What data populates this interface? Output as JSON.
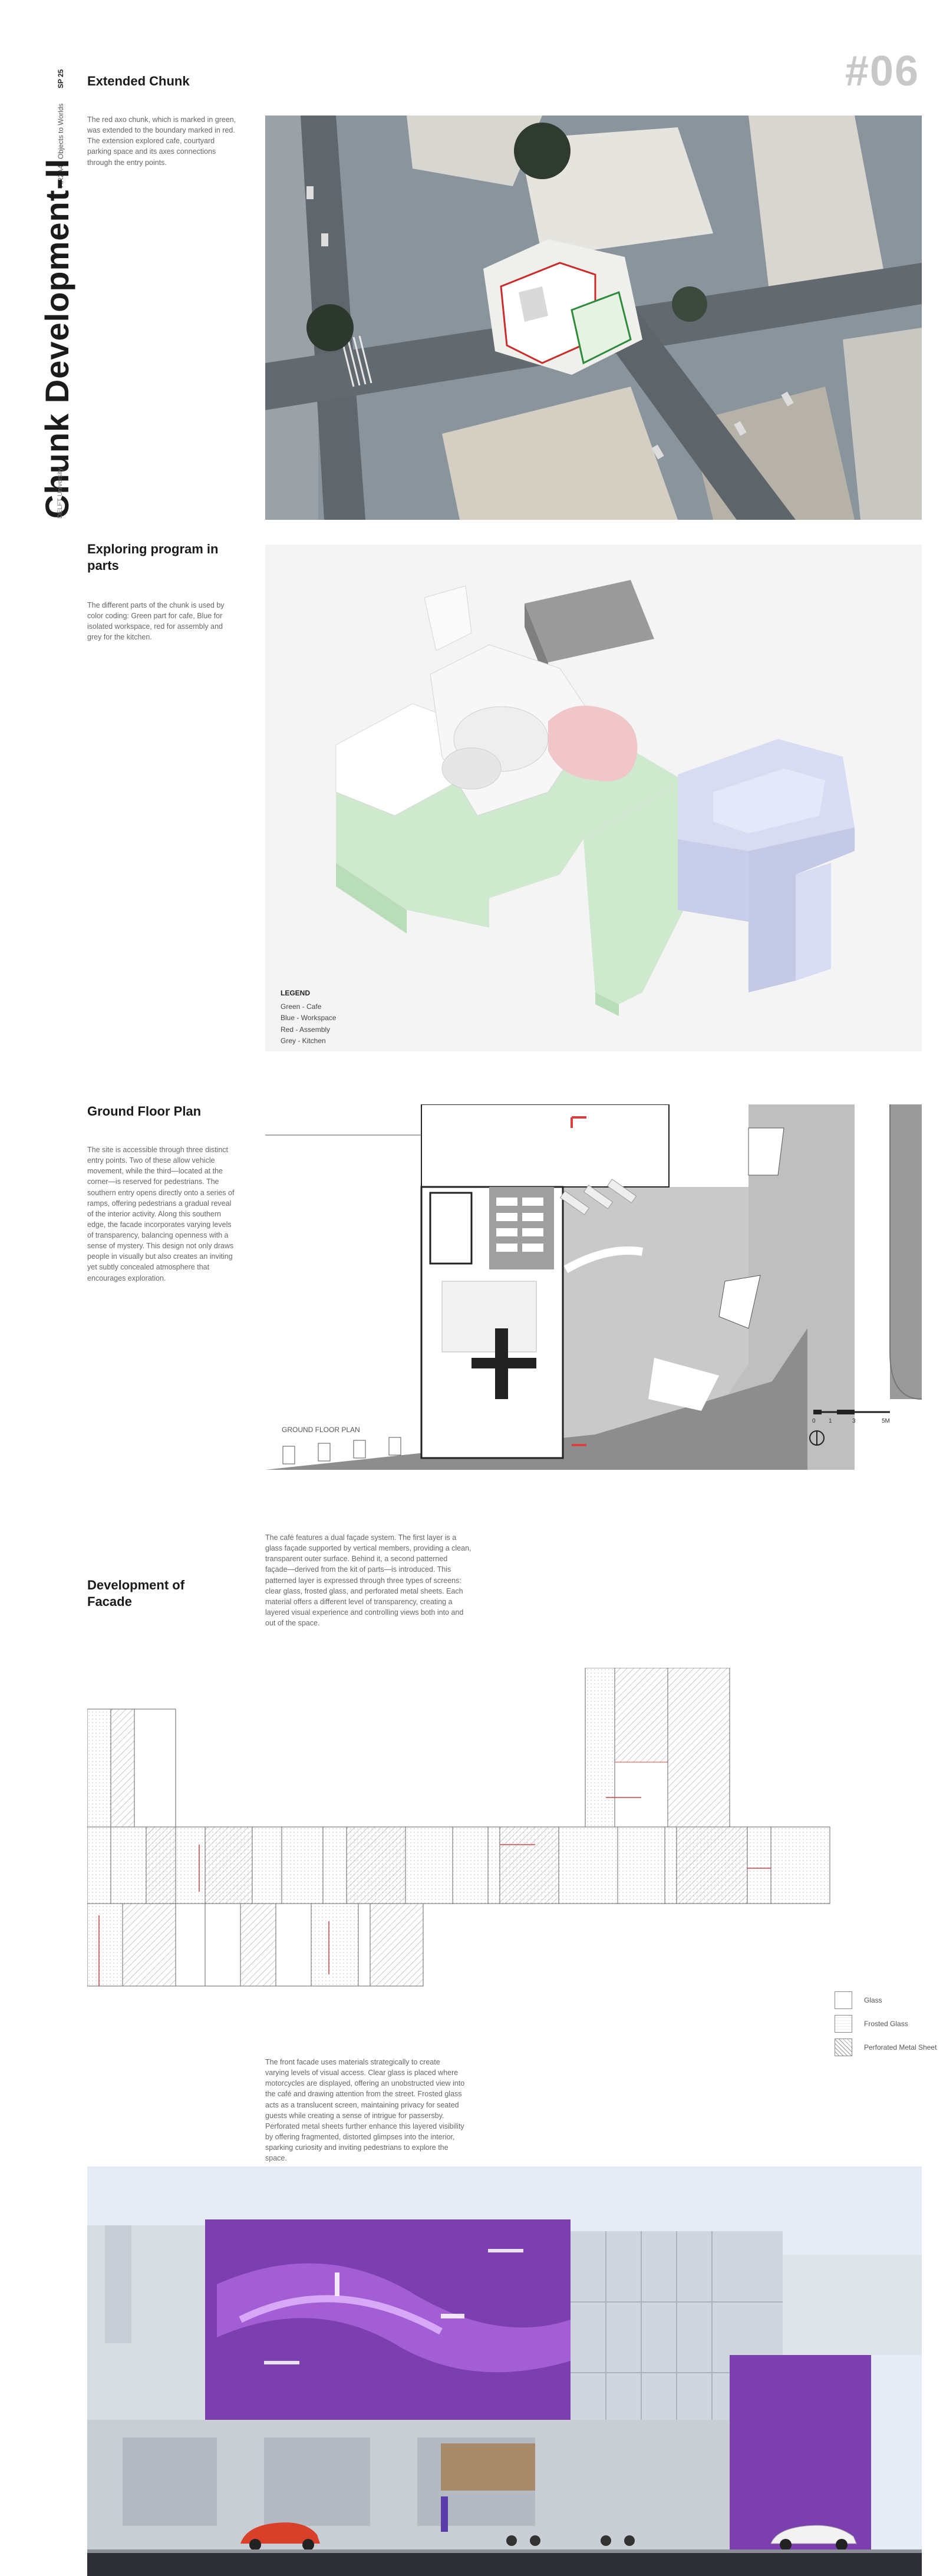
{
  "header": {
    "course": "AR2A47 Objects to Worlds",
    "code": "SP 25",
    "title": "Chunk Development-II",
    "university": "DELFT University",
    "page_number": "#06"
  },
  "sections": {
    "extended": {
      "heading": "Extended Chunk",
      "text": "The red axo chunk, which is marked in green, was extended to the boundary marked in red. The extension explored cafe, courtyard parking space and its axes connections through the entry points."
    },
    "program": {
      "heading": "Exploring program in parts",
      "text": "The different parts of the chunk is used by color coding: Green part for cafe, Blue for isolated workspace, red for assembly and grey for the kitchen.",
      "legend_title": "LEGEND",
      "legend_items": [
        "Green - Cafe",
        "Blue - Workspace",
        "Red - Assembly",
        "Grey - Kitchen"
      ]
    },
    "ground": {
      "heading": "Ground Floor Plan",
      "text": "The site is accessible through three distinct entry points. Two of these allow vehicle movement, while the third—located at the corner—is reserved for pedestrians. The southern entry opens directly onto a series of ramps, offering pedestrians a gradual reveal of the interior activity. Along this southern edge, the facade incorporates varying levels of transparency, balancing openness with a sense of mystery. This design not only draws people in visually but also creates an inviting yet subtly concealed atmosphere that encourages exploration.",
      "plan_label": "GROUND FLOOR PLAN",
      "scale_labels": [
        "0",
        "1",
        "3",
        "5M"
      ]
    },
    "facade": {
      "heading": "Development of Facade",
      "intro": "The café features a dual façade system. The first layer is a glass façade supported by vertical members, providing a clean, transparent outer surface. Behind it, a second patterned façade—derived from the kit of parts—is introduced. This patterned layer is expressed through three types of screens: clear glass, frosted glass, and perforated metal sheets. Each material offers a different level of transparency, creating a layered visual experience and controlling views both into and out of the space.",
      "legend_items": [
        "Glass",
        "Frosted Glass",
        "Perforated Metal Sheet"
      ],
      "outro": "The front facade uses materials strategically to create varying levels of visual access. Clear glass is placed where motorcycles are displayed, offering an unobstructed view into the café and drawing attention from the street. Frosted glass acts as a translucent screen, maintaining privacy for seated guests while creating a sense of intrigue for passersby. Perforated metal sheets further enhance this layered visibility by offering fragmented, distorted glimpses into the interior, sparking curiosity and inviting pedestrians to explore the space."
    }
  },
  "colors": {
    "cafe_green": "#cfe9cf",
    "workspace_blue": "#d7dcf2",
    "assembly_red": "#f1c6c8",
    "kitchen_grey": "#8e8e8e",
    "mural_purple": "#7b3fb0",
    "accent_red": "#d94040"
  }
}
